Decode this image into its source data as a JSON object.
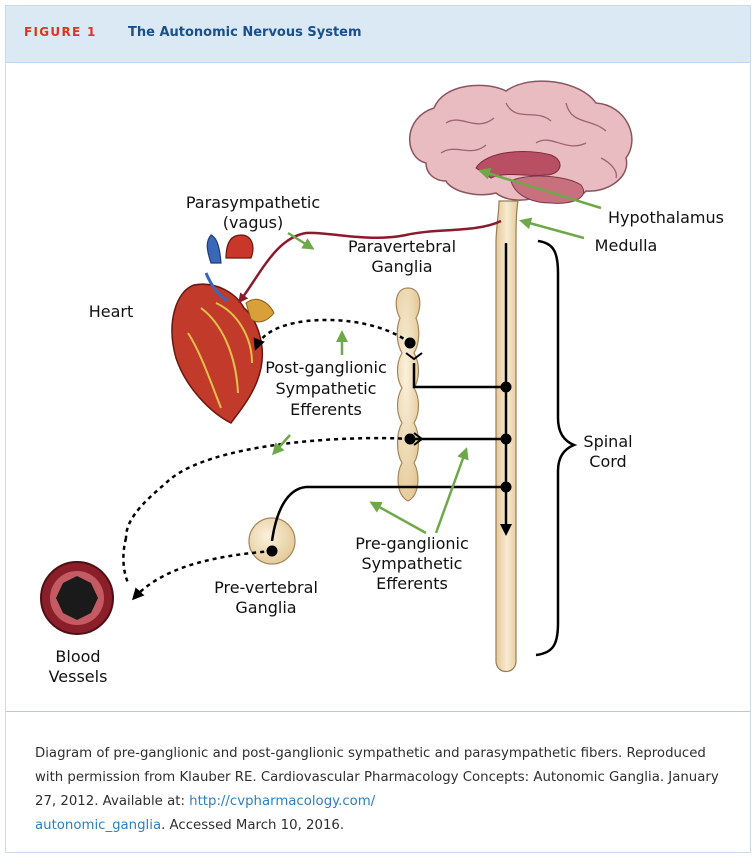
{
  "figure": {
    "label": "FIGURE 1",
    "title": "The Autonomic Nervous System"
  },
  "diagram": {
    "labels": {
      "parasympathetic_line1": "Parasympathetic",
      "parasympathetic_line2": "(vagus)",
      "heart": "Heart",
      "paravertebral_line1": "Paravertebral",
      "paravertebral_line2": "Ganglia",
      "hypothalamus": "Hypothalamus",
      "medulla": "Medulla",
      "post_line1": "Post-ganglionic",
      "post_line2": "Sympathetic",
      "post_line3": "Efferents",
      "spinal_line1": "Spinal",
      "spinal_line2": "Cord",
      "pre_line1": "Pre-ganglionic",
      "pre_line2": "Sympathetic",
      "pre_line3": "Efferents",
      "prevertebral_line1": "Pre-vertebral",
      "prevertebral_line2": "Ganglia",
      "blood_line1": "Blood",
      "blood_line2": "Vessels"
    },
    "colors": {
      "parasympathetic": "#8a1a2e",
      "annotation_arrow": "#6fa84a",
      "nerve": "#000000",
      "spinal_cord": "#f0dcb4",
      "ganglia": "#f2e0b8",
      "brain": "#e8b8be",
      "heart": "#c0392b",
      "vessel": "#8a1f2a"
    }
  },
  "caption": {
    "text": "Diagram of pre-ganglionic and post-ganglionic sympathetic and parasympathetic fibers. Reproduced with permission from Klauber RE. Cardiovascular Pharmacology Concepts: Autonomic Ganglia. January 27, 2012. Available at: ",
    "link1": "http://cvpharmacology.com/",
    "link2": "autonomic_ganglia",
    "suffix": ". Accessed March 10, 2016."
  }
}
